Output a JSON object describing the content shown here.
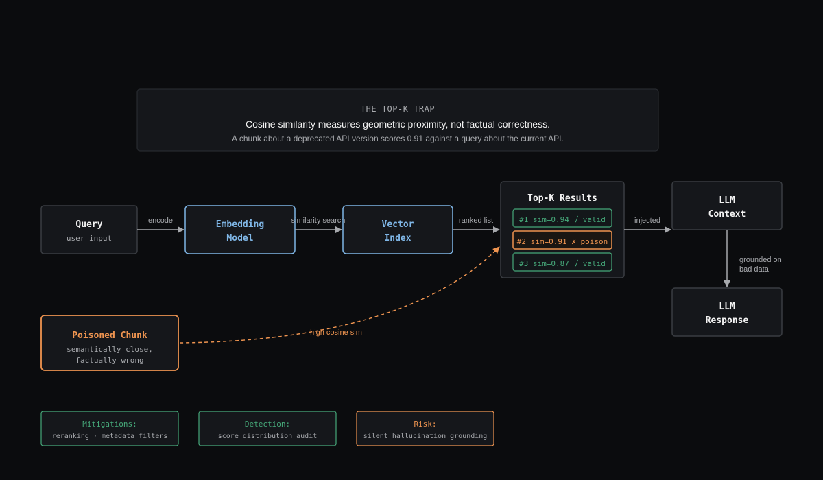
{
  "header": {
    "eyebrow": "THE TOP-K TRAP",
    "headline": "Cosine similarity measures geometric proximity, not factual correctness.",
    "detail": "A chunk about a deprecated API version scores 0.91 against a query about the current API."
  },
  "nodes": {
    "query": {
      "title": "Query",
      "subtitle": "user input"
    },
    "embedding": {
      "line1": "Embedding",
      "line2": "Model"
    },
    "vector_index": {
      "line1": "Vector",
      "line2": "Index"
    },
    "topk": {
      "title": "Top-K Results",
      "results": [
        {
          "label": "#1 sim=0.94 √ valid",
          "status": "valid"
        },
        {
          "label": "#2 sim=0.91 ✗ poison",
          "status": "poison"
        },
        {
          "label": "#3 sim=0.87 √ valid",
          "status": "valid"
        }
      ]
    },
    "llm_context": {
      "line1": "LLM",
      "line2": "Context"
    },
    "llm_response": {
      "line1": "LLM",
      "line2": "Response"
    },
    "poisoned": {
      "title": "Poisoned Chunk",
      "line1": "semantically close,",
      "line2": "factually wrong"
    }
  },
  "edges": {
    "encode": "encode",
    "similarity_search": "similarity search",
    "ranked_list": "ranked list",
    "injected": "injected",
    "grounded_line1": "grounded on",
    "grounded_line2": "bad data",
    "high_cosine": "high cosine sim"
  },
  "footer": {
    "mitigations": {
      "title": "Mitigations:",
      "text": "reranking · metadata filters"
    },
    "detection": {
      "title": "Detection:",
      "text": "score distribution audit"
    },
    "risk": {
      "title": "Risk:",
      "text": "silent hallucination grounding"
    }
  },
  "colors": {
    "background": "#0b0c0e",
    "panel": "#15171b",
    "border_gray": "#3a3d42",
    "blue": "#7fb6e6",
    "green": "#46a97a",
    "orange": "#ee9450",
    "text_white": "#f2f2f2",
    "text_muted": "#a8aaae"
  }
}
